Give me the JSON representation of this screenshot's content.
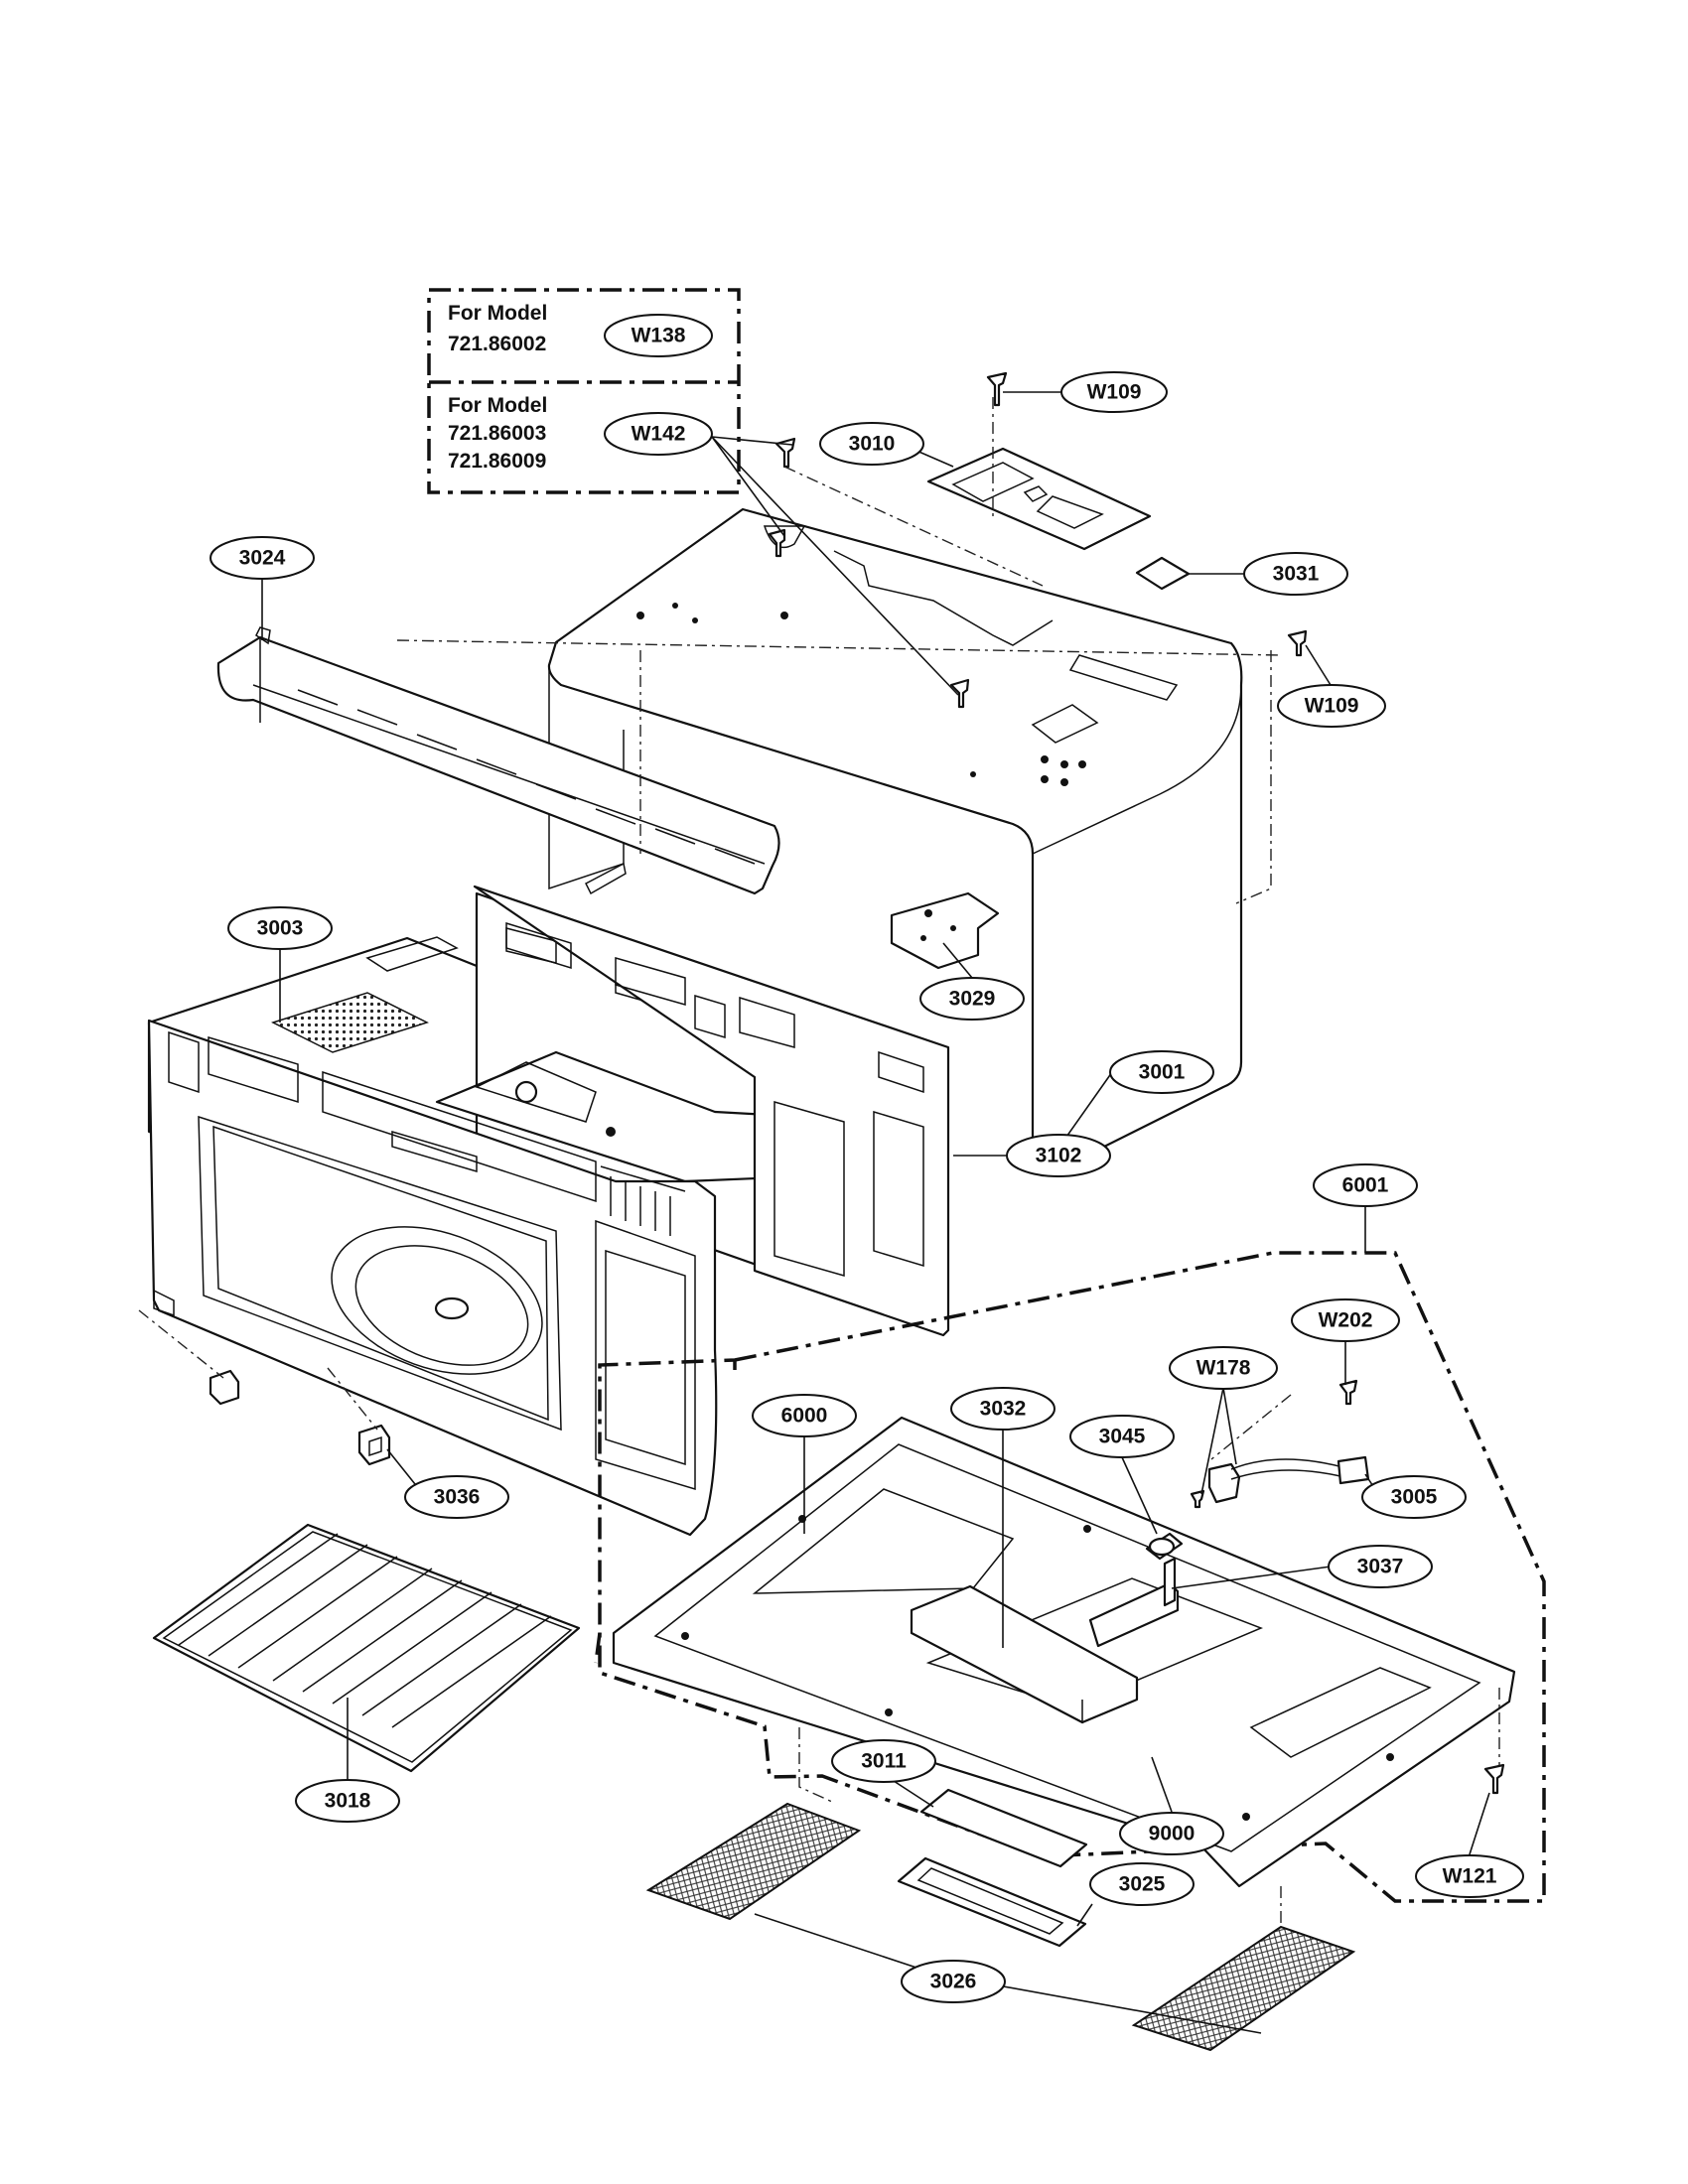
{
  "model_notes": [
    {
      "heading": "For Model",
      "models": [
        "721.86002"
      ],
      "part": "W138"
    },
    {
      "heading": "For Model",
      "models": [
        "721.86003",
        "721.86009"
      ],
      "part": "W142"
    }
  ],
  "callouts": {
    "W109_top": "W109",
    "p3010": "3010",
    "p3031": "3031",
    "W109_right": "W109",
    "p3024": "3024",
    "p3003": "3003",
    "p3029": "3029",
    "p3001": "3001",
    "p3102": "3102",
    "p6001": "6001",
    "W202": "W202",
    "W178": "W178",
    "p6000": "6000",
    "p3032": "3032",
    "p3045": "3045",
    "p3005": "3005",
    "p3036": "3036",
    "p3037": "3037",
    "p3018": "3018",
    "p3011": "3011",
    "p9000": "9000",
    "W121": "W121",
    "p3025": "3025",
    "p3026": "3026"
  }
}
